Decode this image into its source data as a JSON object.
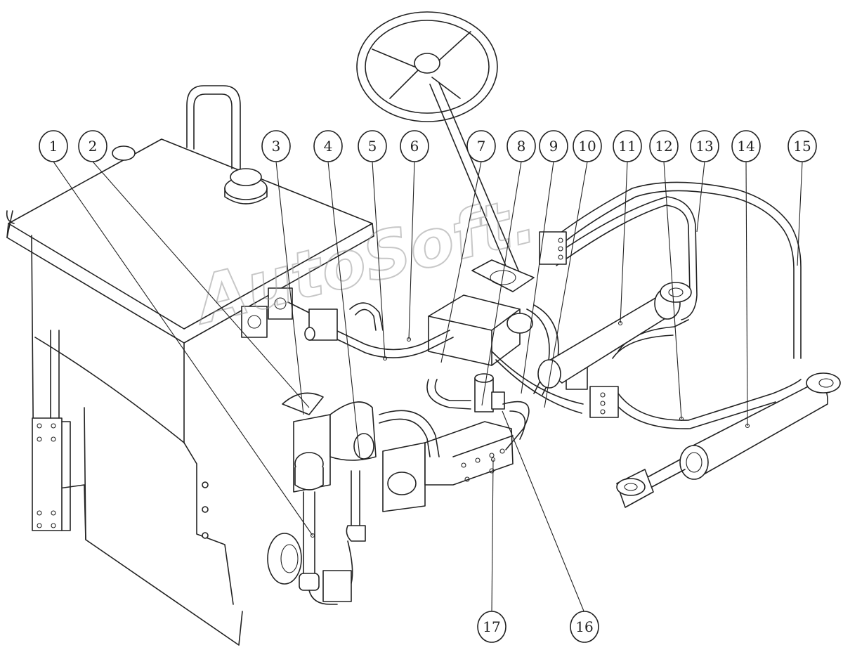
{
  "watermark": "AutoSoft.",
  "callouts": [
    "1",
    "2",
    "3",
    "4",
    "5",
    "6",
    "7",
    "8",
    "9",
    "10",
    "11",
    "12",
    "13",
    "14",
    "15",
    "16",
    "17"
  ]
}
